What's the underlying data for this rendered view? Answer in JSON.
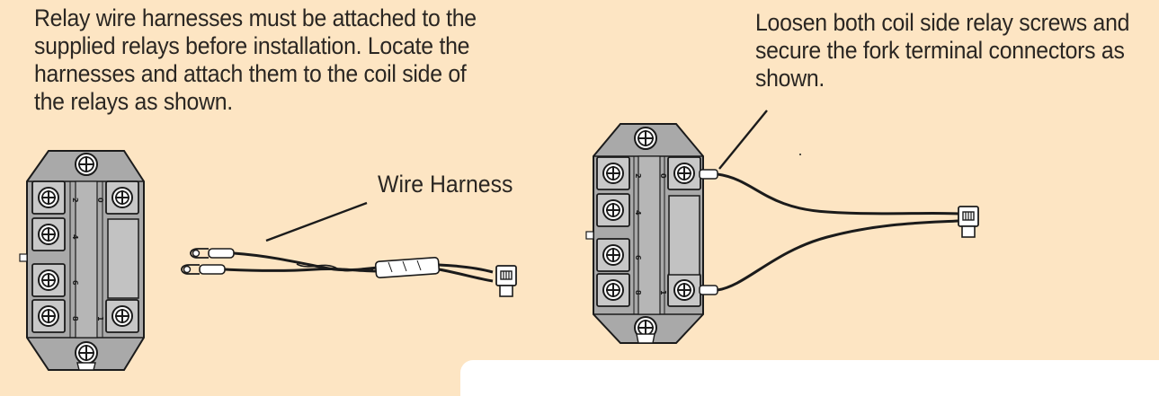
{
  "instructions": {
    "left": [
      "Relay wire harnesses must be attached to the",
      "supplied relays before installation. Locate the",
      "harnesses and attach them to the coil side of",
      "the relays as shown."
    ],
    "right": [
      "Loosen both coil side relay screws and",
      "secure the fork terminal connectors as",
      "shown."
    ]
  },
  "callouts": {
    "wire_harness": "Wire Harness"
  },
  "relay": {
    "left_column_numbers": [
      "2",
      "4",
      "6",
      "8"
    ],
    "right_column_numbers": [
      "0",
      "1"
    ]
  },
  "colors": {
    "background": "#fde5c3",
    "relay_body": "#a9a9a9",
    "wire": "#1b1b1b"
  }
}
